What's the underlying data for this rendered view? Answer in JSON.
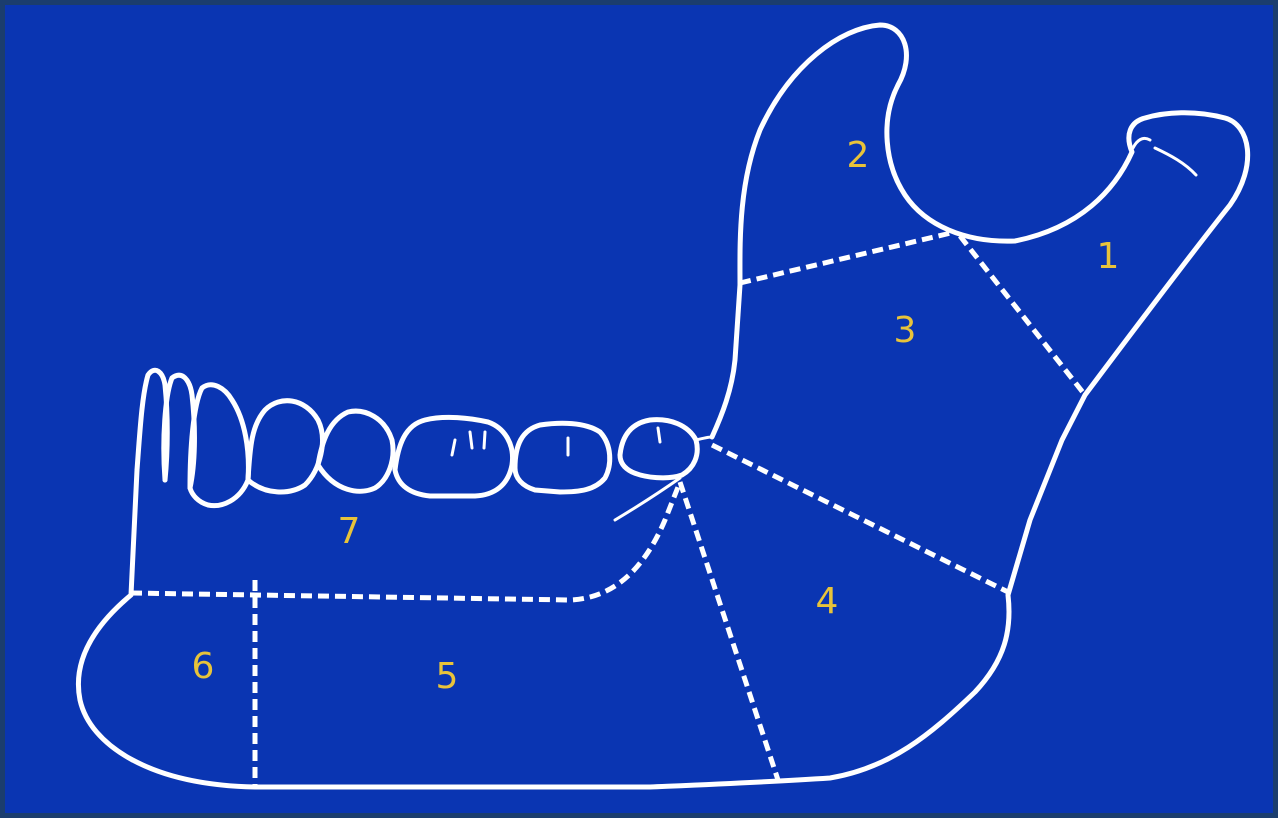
{
  "diagram": {
    "colors": {
      "background": "#0a35b2",
      "border": "#1b3d6e",
      "line": "#ffffff",
      "label": "#e8c33a"
    },
    "regions": [
      {
        "id": "1",
        "label": "1"
      },
      {
        "id": "2",
        "label": "2"
      },
      {
        "id": "3",
        "label": "3"
      },
      {
        "id": "4",
        "label": "4"
      },
      {
        "id": "5",
        "label": "5"
      },
      {
        "id": "6",
        "label": "6"
      },
      {
        "id": "7",
        "label": "7"
      }
    ]
  }
}
